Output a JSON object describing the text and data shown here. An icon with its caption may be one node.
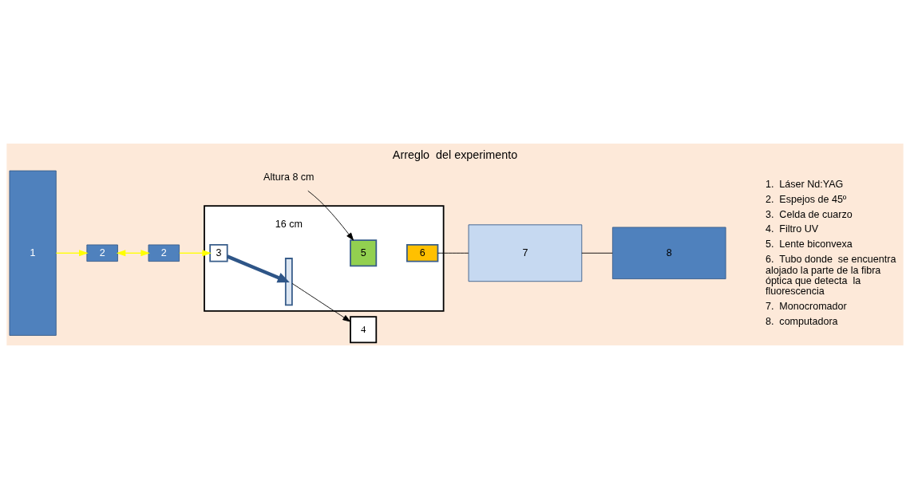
{
  "diagram": {
    "title": "Arreglo  del experimento",
    "nodes": [
      {
        "text": [
          "1"
        ]
      },
      {
        "text": [
          "2"
        ]
      },
      {
        "text": [
          "2"
        ]
      },
      {
        "text": [
          "4"
        ]
      },
      {
        "text": [
          "Altura 8 cm"
        ]
      },
      {
        "text": [],
        "shape": "box"
      },
      {
        "text": [
          "3"
        ],
        "in": 5
      },
      {
        "text": [],
        "shape": "bar",
        "in": 5
      },
      {
        "text": [
          "5"
        ],
        "in": 5
      },
      {
        "text": [
          "6"
        ],
        "in": 5
      },
      {
        "text": [
          "7"
        ]
      },
      {
        "text": [
          "8"
        ]
      }
    ],
    "edges": [
      {
        "from": 0,
        "to": 1,
        "arrow": "to",
        "color": "#ffff00"
      },
      {
        "from": 1,
        "to": 2,
        "arrow": "both",
        "color": "#ffff00"
      },
      {
        "from": 2,
        "to": 6,
        "arrow": "to",
        "color": "#ffff00"
      },
      {
        "from": 6,
        "to": 7,
        "arrow": "to",
        "style": "thick",
        "color": "#2e5587"
      },
      {
        "from": 7,
        "to": 3,
        "arrow": "to"
      },
      {
        "from": 4,
        "to": 8,
        "arrow": "to"
      },
      {
        "from": 9,
        "to": 10,
        "arrow": "none"
      },
      {
        "from": 10,
        "to": 11,
        "arrow": "none"
      }
    ],
    "labels": [
      "16 cm",
      "1.  Láser Nd:YAG",
      "2.  Espejos de 45º",
      "3.  Celda de cuarzo",
      "4.  Filtro UV",
      "5.  Lente biconvexa",
      "6.  Tubo donde  se encuentra alojado la parte de la fibra óptica que detecta  la fluorescencia",
      "7.  Monocromador",
      "8.  computadora"
    ]
  }
}
